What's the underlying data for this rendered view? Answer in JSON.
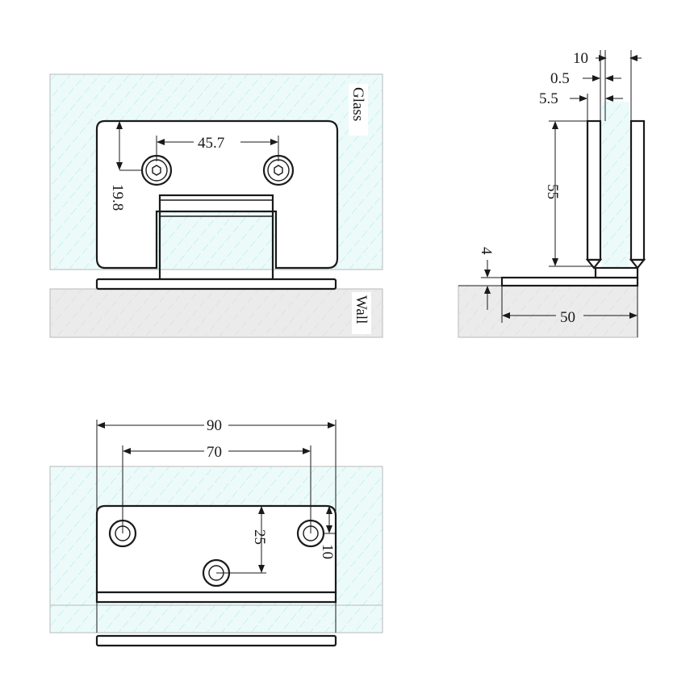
{
  "materials": {
    "glass_label": "Glass",
    "wall_label": "Wall",
    "glass_fill": "#ecfbfa",
    "glass_hatch": "#a9e4ea",
    "wall_fill": "#ebebeb"
  },
  "front_view": {
    "screw_spacing": "45.7",
    "screw_height": "19.8"
  },
  "side_view": {
    "dim_total": "10",
    "dim_gap": "0.5",
    "dim_plate": "5.5",
    "dim_height": "55",
    "dim_base_thickness": "4",
    "dim_depth": "50"
  },
  "top_view": {
    "dim_width": "90",
    "dim_hole_spacing": "70",
    "dim_center_offset": "25",
    "dim_edge_offset": "10"
  }
}
